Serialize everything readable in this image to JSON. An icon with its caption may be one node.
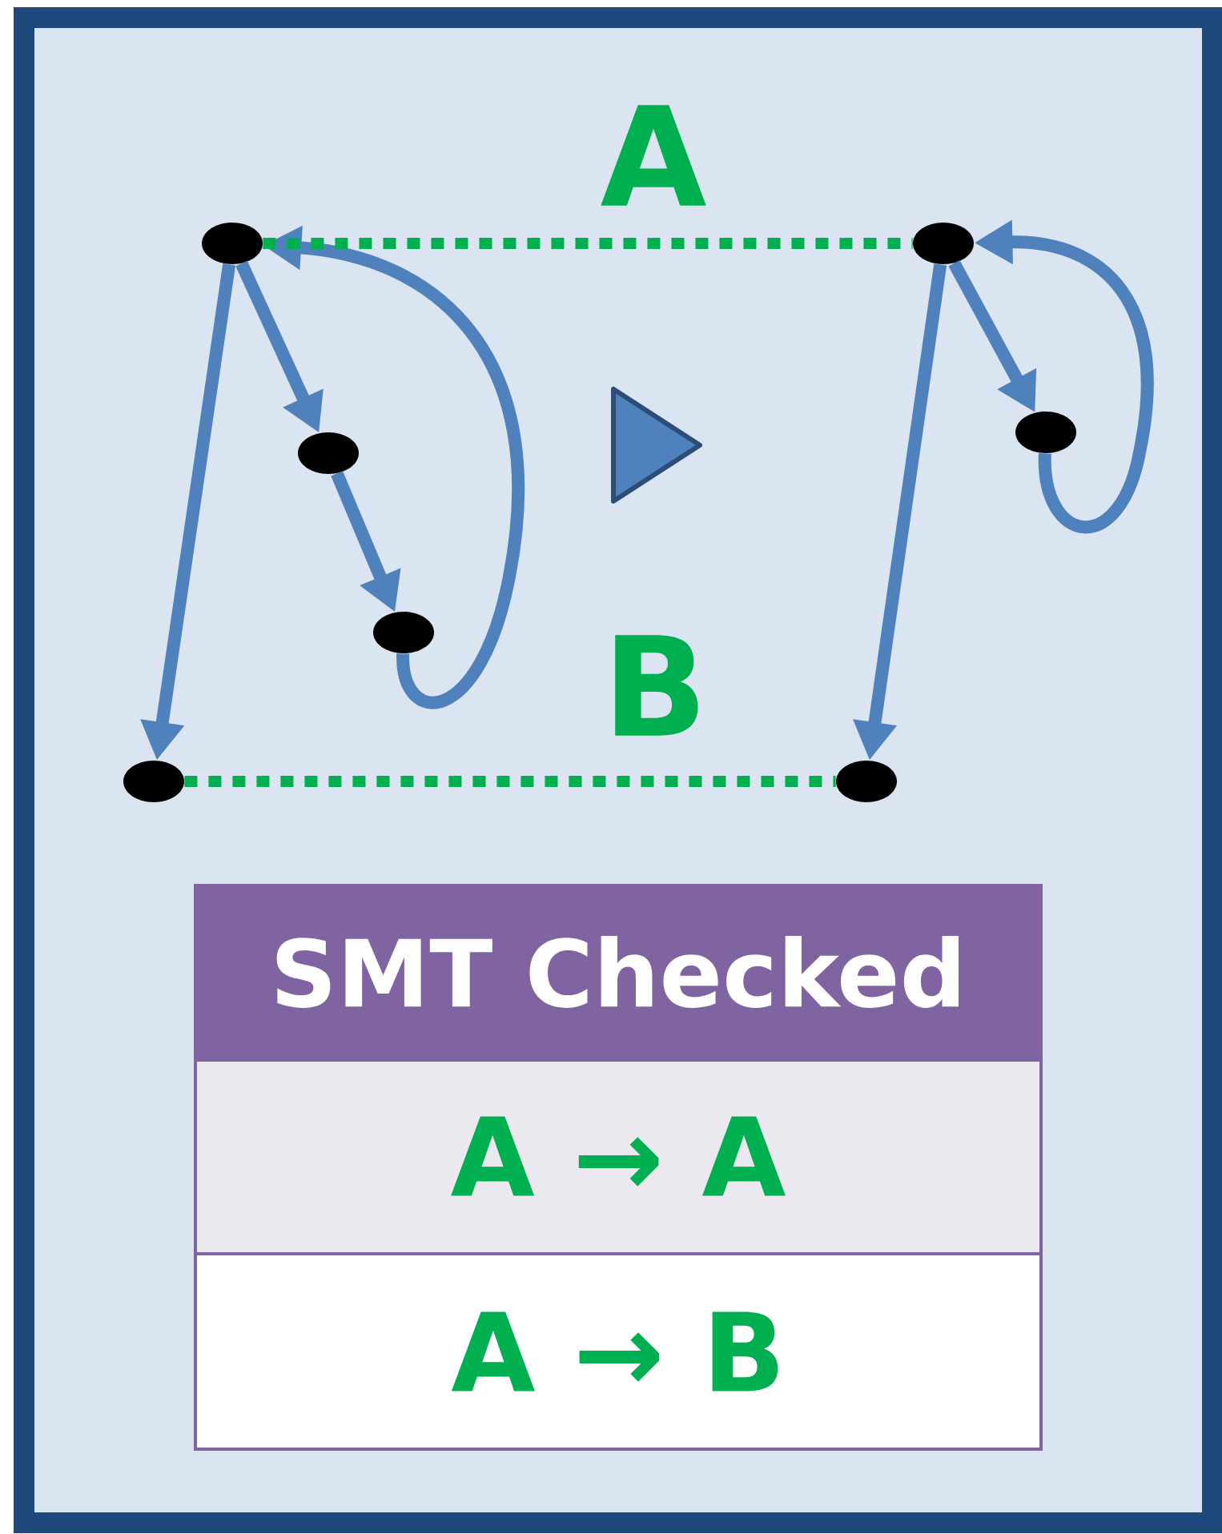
{
  "diagram": {
    "nodes": [
      {
        "text": [],
        "shape": "circle"
      },
      {
        "text": [],
        "shape": "circle"
      },
      {
        "text": [],
        "shape": "circle"
      },
      {
        "text": [],
        "shape": "circle"
      },
      {
        "text": [],
        "shape": "circle"
      },
      {
        "text": [],
        "shape": "circle"
      },
      {
        "text": [],
        "shape": "circle"
      }
    ],
    "edges": [
      {
        "from": 0,
        "to": 1,
        "arrow": "to"
      },
      {
        "from": 1,
        "to": 2,
        "arrow": "to"
      },
      {
        "from": 2,
        "to": 0,
        "arrow": "to"
      },
      {
        "from": 0,
        "to": 3,
        "arrow": "to"
      },
      {
        "from": 0,
        "to": 4,
        "arrow": "none",
        "label": "A",
        "style": "dashed",
        "color": "#00b050"
      },
      {
        "from": 3,
        "to": 6,
        "arrow": "none",
        "label": "B",
        "style": "dashed",
        "color": "#00b050"
      },
      {
        "from": 4,
        "to": 5,
        "arrow": "to"
      },
      {
        "from": 5,
        "to": 4,
        "arrow": "to"
      },
      {
        "from": 4,
        "to": 6,
        "arrow": "to"
      }
    ],
    "labels": [
      "SMT Checked",
      "A → A",
      "A → B"
    ]
  }
}
